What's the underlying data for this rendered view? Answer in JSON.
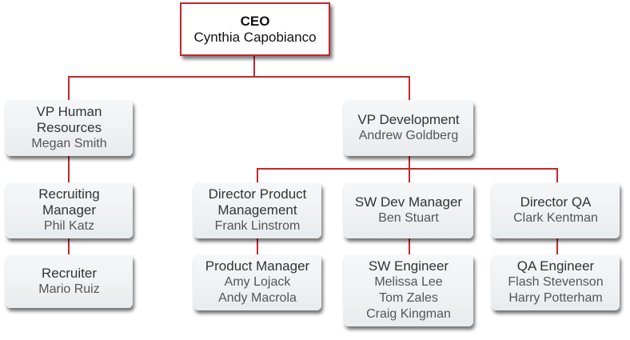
{
  "chart_data": {
    "type": "org-chart",
    "nodes": [
      {
        "id": "ceo",
        "title": "CEO",
        "names": [
          "Cynthia Capobianco"
        ],
        "parent": null
      },
      {
        "id": "vphr",
        "title": "VP Human Resources",
        "title_lines": [
          "VP Human",
          "Resources"
        ],
        "names": [
          "Megan Smith"
        ],
        "parent": "ceo"
      },
      {
        "id": "recmgr",
        "title": "Recruiting Manager",
        "title_lines": [
          "Recruiting",
          "Manager"
        ],
        "names": [
          "Phil Katz"
        ],
        "parent": "vphr"
      },
      {
        "id": "recruiter",
        "title": "Recruiter",
        "names": [
          "Mario Ruiz"
        ],
        "parent": "recmgr"
      },
      {
        "id": "vpdev",
        "title": "VP Development",
        "names": [
          "Andrew Goldberg"
        ],
        "parent": "ceo"
      },
      {
        "id": "dirpm",
        "title": "Director Product Management",
        "title_lines": [
          "Director Product",
          "Management"
        ],
        "names": [
          "Frank Linstrom"
        ],
        "parent": "vpdev"
      },
      {
        "id": "swdev",
        "title": "SW Dev Manager",
        "names": [
          "Ben Stuart"
        ],
        "parent": "vpdev"
      },
      {
        "id": "dirqa",
        "title": "Director QA",
        "names": [
          "Clark Kentman"
        ],
        "parent": "vpdev"
      },
      {
        "id": "pm",
        "title": "Product Manager",
        "names": [
          "Amy Lojack",
          "Andy Macrola"
        ],
        "parent": "dirpm"
      },
      {
        "id": "sweng",
        "title": "SW Engineer",
        "names": [
          "Melissa Lee",
          "Tom Zales",
          "Craig Kingman"
        ],
        "parent": "swdev"
      },
      {
        "id": "qaeng",
        "title": "QA Engineer",
        "names": [
          "Flash Stevenson",
          "Harry Potterham"
        ],
        "parent": "dirqa"
      }
    ]
  },
  "colors": {
    "connector": "#c8262c",
    "box": "#eceff1",
    "text": "#333333"
  }
}
